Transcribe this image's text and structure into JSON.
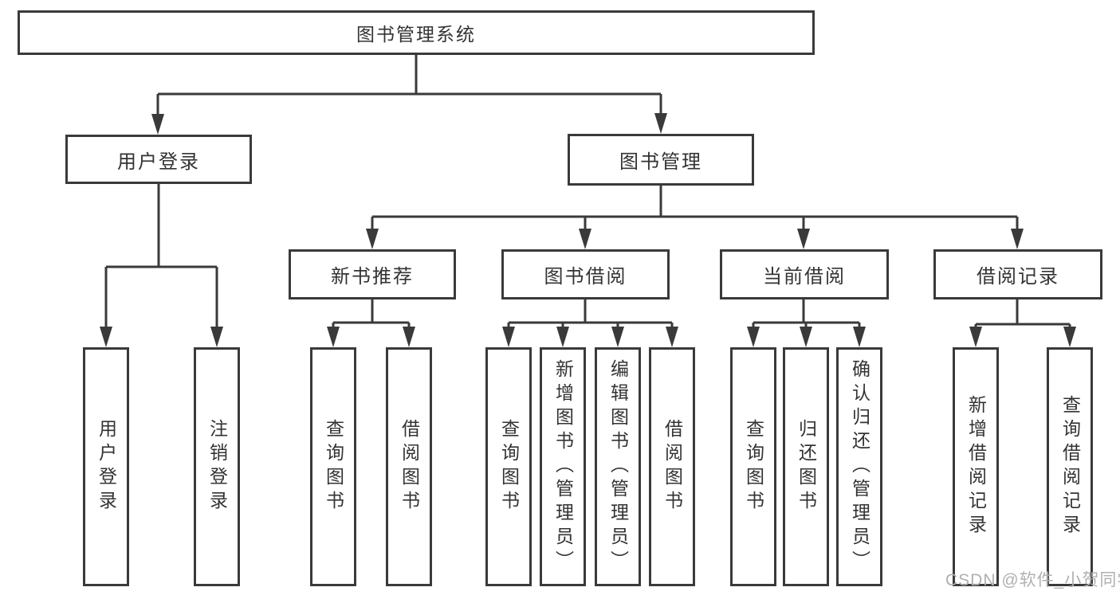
{
  "tree": {
    "root": {
      "label": "图书管理系统"
    },
    "branches": [
      {
        "label": "用户登录",
        "children": [
          {
            "label": "用户登录"
          },
          {
            "label": "注销登录"
          }
        ]
      },
      {
        "label": "图书管理",
        "children": [
          {
            "label": "新书推荐",
            "children": [
              {
                "label": "查询图书"
              },
              {
                "label": "借阅图书"
              }
            ]
          },
          {
            "label": "图书借阅",
            "children": [
              {
                "label": "查询图书"
              },
              {
                "label": "新增图书（管理员）"
              },
              {
                "label": "编辑图书（管理员）"
              },
              {
                "label": "借阅图书"
              }
            ]
          },
          {
            "label": "当前借阅",
            "children": [
              {
                "label": "查询图书"
              },
              {
                "label": "归还图书"
              },
              {
                "label": "确认归还（管理员）"
              }
            ]
          },
          {
            "label": "借阅记录",
            "children": [
              {
                "label": "新增借阅记录"
              },
              {
                "label": "查询借阅记录"
              }
            ]
          }
        ]
      }
    ]
  },
  "watermark": {
    "text": "CSDN @软件_小贺同学"
  },
  "colors": {
    "line": "#3a3a3a",
    "box_border": "#3a3a3a",
    "box_fill": "#ffffff",
    "text": "#333333",
    "watermark": "#b0b0b0",
    "background": "#ffffff"
  }
}
